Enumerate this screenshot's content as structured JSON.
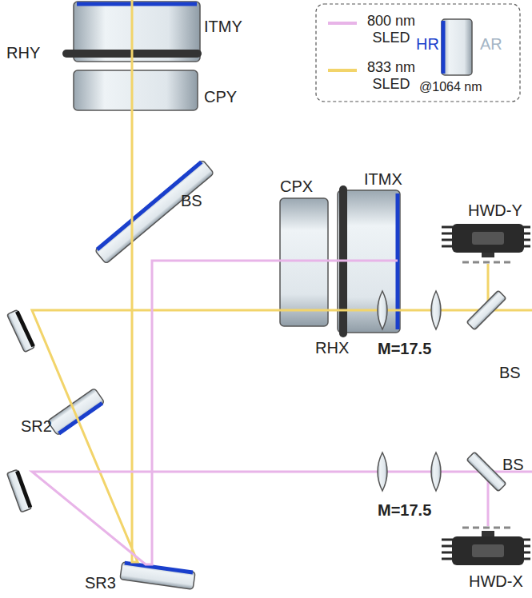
{
  "diagram": {
    "labels": [
      "ITMY",
      "RHY",
      "CPY",
      "BS",
      "CPX",
      "ITMX",
      "RHX",
      "HWD-Y",
      "M=17.5",
      "BS",
      "SR2",
      "BS",
      "M=17.5",
      "HWD-X",
      "SR3",
      "HR",
      "AR",
      "@1064 nm"
    ],
    "legend": [
      {
        "text": "800 nm SLED",
        "color": "#e8b4e8"
      },
      {
        "text": "833 nm SLED",
        "color": "#f2d46a"
      }
    ]
  }
}
